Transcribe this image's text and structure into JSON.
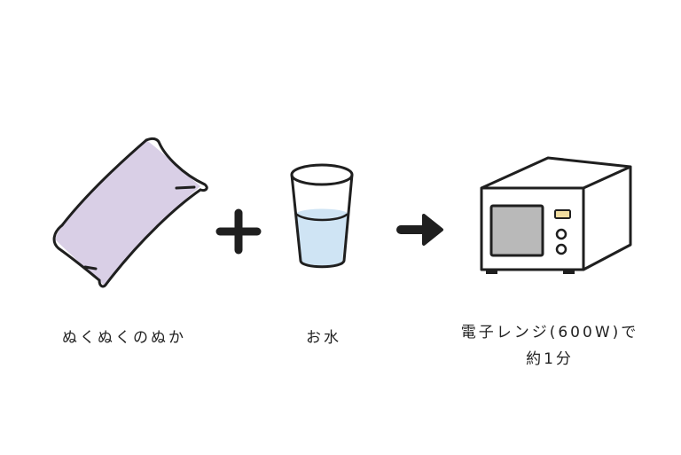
{
  "steps": [
    {
      "label": "ぬくぬくのぬか",
      "icon": "rice-bran-pack-icon"
    },
    {
      "label": "お水",
      "icon": "glass-of-water-icon"
    },
    {
      "label_line1": "電子レンジ(600W)で",
      "label_line2": "約1分",
      "icon": "microwave-icon"
    }
  ],
  "operators": {
    "plus": "plus-icon",
    "arrow": "arrow-right-icon"
  },
  "colors": {
    "stroke": "#1f1f1f",
    "pack_fill": "#d9cfe6",
    "water_fill": "#cfe4f4",
    "microwave_screen": "#b9b9b9",
    "microwave_button": "#f0dca0"
  }
}
